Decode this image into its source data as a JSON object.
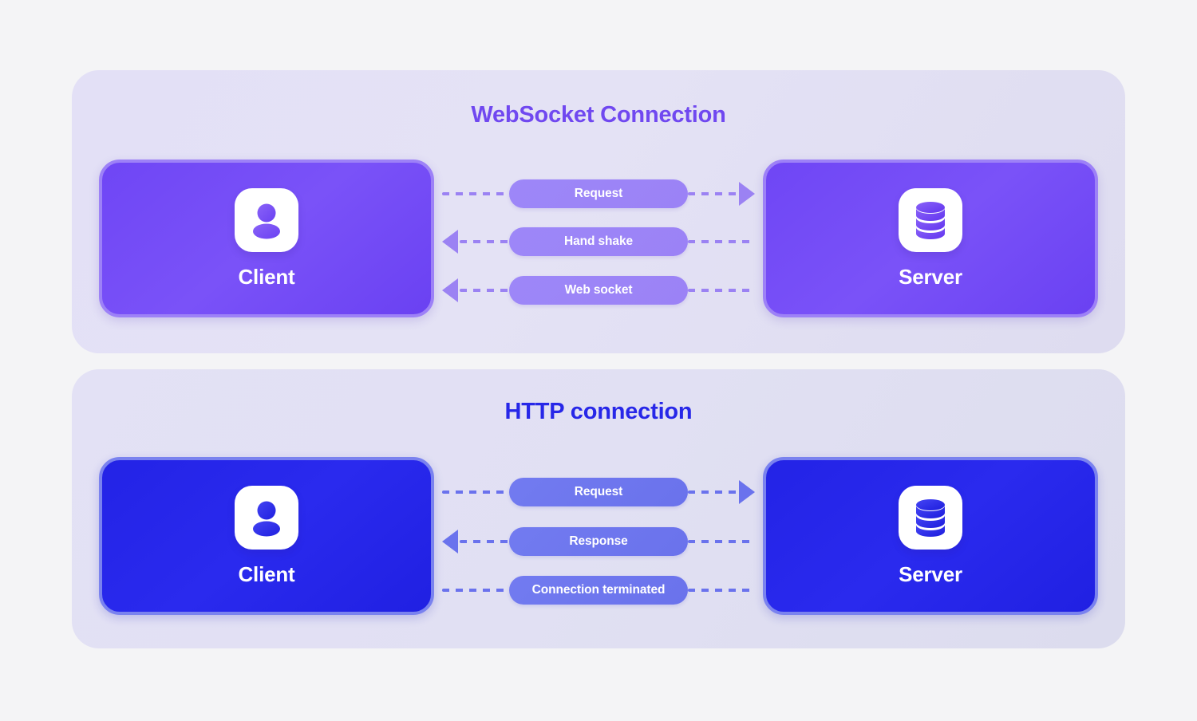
{
  "diagram": {
    "background_color": "#f4f4f6",
    "panels": [
      {
        "id": "websocket",
        "title": "WebSocket Connection",
        "title_color": "#7048f0",
        "panel_color": "#e3e1f5",
        "accent_color": "#7a52f8",
        "pill_color": "#9b82f6",
        "client": {
          "label": "Client",
          "icon": "user-icon"
        },
        "server": {
          "label": "Server",
          "icon": "database-icon"
        },
        "messages": [
          {
            "label": "Request",
            "direction": "right",
            "left_arrow": "none",
            "right_arrow": "right"
          },
          {
            "label": "Hand shake",
            "direction": "left",
            "left_arrow": "left",
            "right_arrow": "none"
          },
          {
            "label": "Web socket",
            "direction": "left",
            "left_arrow": "left",
            "right_arrow": "none"
          }
        ]
      },
      {
        "id": "http",
        "title": "HTTP connection",
        "title_color": "#2727e8",
        "panel_color": "#e1e0f3",
        "accent_color": "#2a2aee",
        "pill_color": "#6a72ec",
        "client": {
          "label": "Client",
          "icon": "user-icon"
        },
        "server": {
          "label": "Server",
          "icon": "database-icon"
        },
        "messages": [
          {
            "label": "Request",
            "direction": "right",
            "left_arrow": "none",
            "right_arrow": "right"
          },
          {
            "label": "Response",
            "direction": "left",
            "left_arrow": "left",
            "right_arrow": "none"
          },
          {
            "label": "Connection terminated",
            "direction": "none",
            "left_arrow": "none",
            "right_arrow": "none"
          }
        ]
      }
    ]
  }
}
